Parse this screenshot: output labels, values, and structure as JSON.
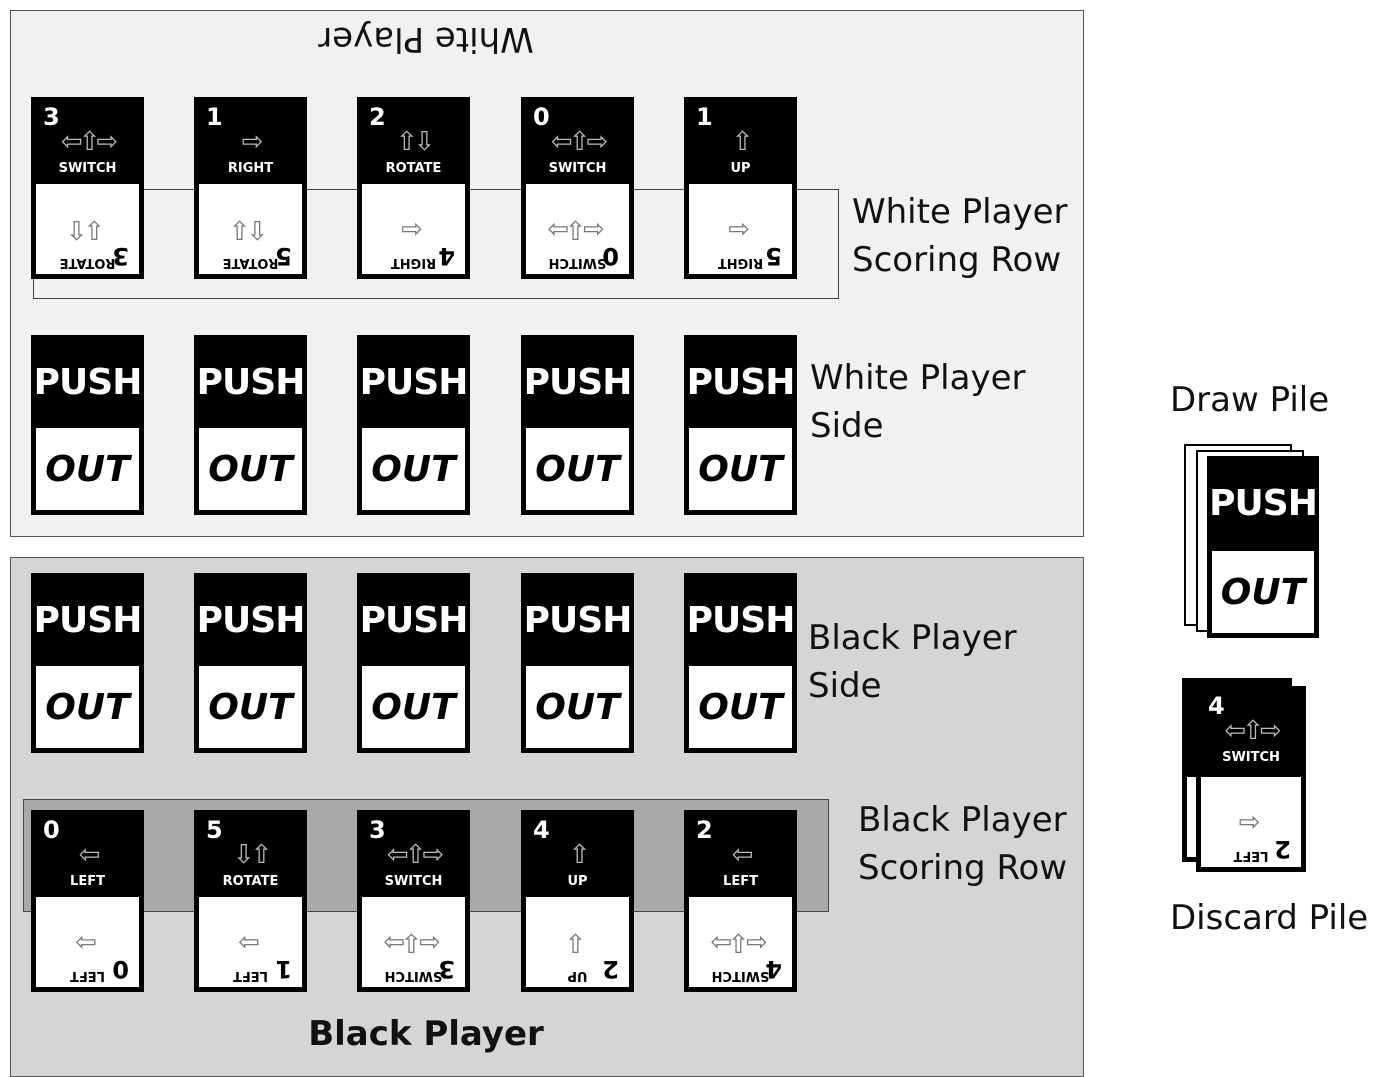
{
  "white_player": {
    "title": "White Player",
    "scoring_row_label": [
      "White Player",
      "Scoring Row"
    ],
    "side_label": [
      "White Player",
      "Side"
    ],
    "scoring_cards": [
      {
        "top_num": "3",
        "top_arrows": "⇦⇧⇨",
        "top_name": "SWITCH",
        "bot_num": "3",
        "bot_arrows": "⇩⇧",
        "bot_name": "ROTATE"
      },
      {
        "top_num": "1",
        "top_arrows": "⇨",
        "top_name": "RIGHT",
        "bot_num": "5",
        "bot_arrows": "⇧⇩",
        "bot_name": "ROTATE"
      },
      {
        "top_num": "2",
        "top_arrows": "⇧⇩",
        "top_name": "ROTATE",
        "bot_num": "4",
        "bot_arrows": "⇦",
        "bot_name": "RIGHT"
      },
      {
        "top_num": "0",
        "top_arrows": "⇦⇧⇨",
        "top_name": "SWITCH",
        "bot_num": "0",
        "bot_arrows": "⇦⇩⇨",
        "bot_name": "SWITCH"
      },
      {
        "top_num": "1",
        "top_arrows": "⇧",
        "top_name": "UP",
        "bot_num": "5",
        "bot_arrows": "⇦",
        "bot_name": "RIGHT"
      }
    ],
    "side_cards": [
      {
        "top": "PUSH",
        "bottom": "OUT"
      },
      {
        "top": "PUSH",
        "bottom": "OUT"
      },
      {
        "top": "PUSH",
        "bottom": "OUT"
      },
      {
        "top": "PUSH",
        "bottom": "OUT"
      },
      {
        "top": "PUSH",
        "bottom": "OUT"
      }
    ]
  },
  "black_player": {
    "title": "Black Player",
    "scoring_row_label": [
      "Black Player",
      "Scoring Row"
    ],
    "side_label": [
      "Black Player",
      "Side"
    ],
    "side_cards": [
      {
        "top": "PUSH",
        "bottom": "OUT"
      },
      {
        "top": "PUSH",
        "bottom": "OUT"
      },
      {
        "top": "PUSH",
        "bottom": "OUT"
      },
      {
        "top": "PUSH",
        "bottom": "OUT"
      },
      {
        "top": "PUSH",
        "bottom": "OUT"
      }
    ],
    "scoring_cards": [
      {
        "top_num": "0",
        "top_arrows": "⇦",
        "top_name": "LEFT",
        "bot_num": "0",
        "bot_arrows": "⇨",
        "bot_name": "LEFT"
      },
      {
        "top_num": "5",
        "top_arrows": "⇩⇧",
        "top_name": "ROTATE",
        "bot_num": "1",
        "bot_arrows": "⇨",
        "bot_name": "LEFT"
      },
      {
        "top_num": "3",
        "top_arrows": "⇦⇧⇨",
        "top_name": "SWITCH",
        "bot_num": "3",
        "bot_arrows": "⇦⇩⇨",
        "bot_name": "SWITCH"
      },
      {
        "top_num": "4",
        "top_arrows": "⇧",
        "top_name": "UP",
        "bot_num": "2",
        "bot_arrows": "⇩",
        "bot_name": "UP"
      },
      {
        "top_num": "2",
        "top_arrows": "⇦",
        "top_name": "LEFT",
        "bot_num": "4",
        "bot_arrows": "⇦⇩⇨",
        "bot_name": "SWITCH"
      }
    ]
  },
  "draw_pile": {
    "label": "Draw Pile",
    "top_card": {
      "top": "PUSH",
      "bottom": "OUT"
    }
  },
  "discard_pile": {
    "label": "Discard Pile",
    "top_card": {
      "top_num": "4",
      "top_arrows": "⇦⇧⇨",
      "top_name": "SWITCH",
      "bot_num": "2",
      "bot_arrows": "⇦",
      "bot_name": "LEFT"
    }
  }
}
